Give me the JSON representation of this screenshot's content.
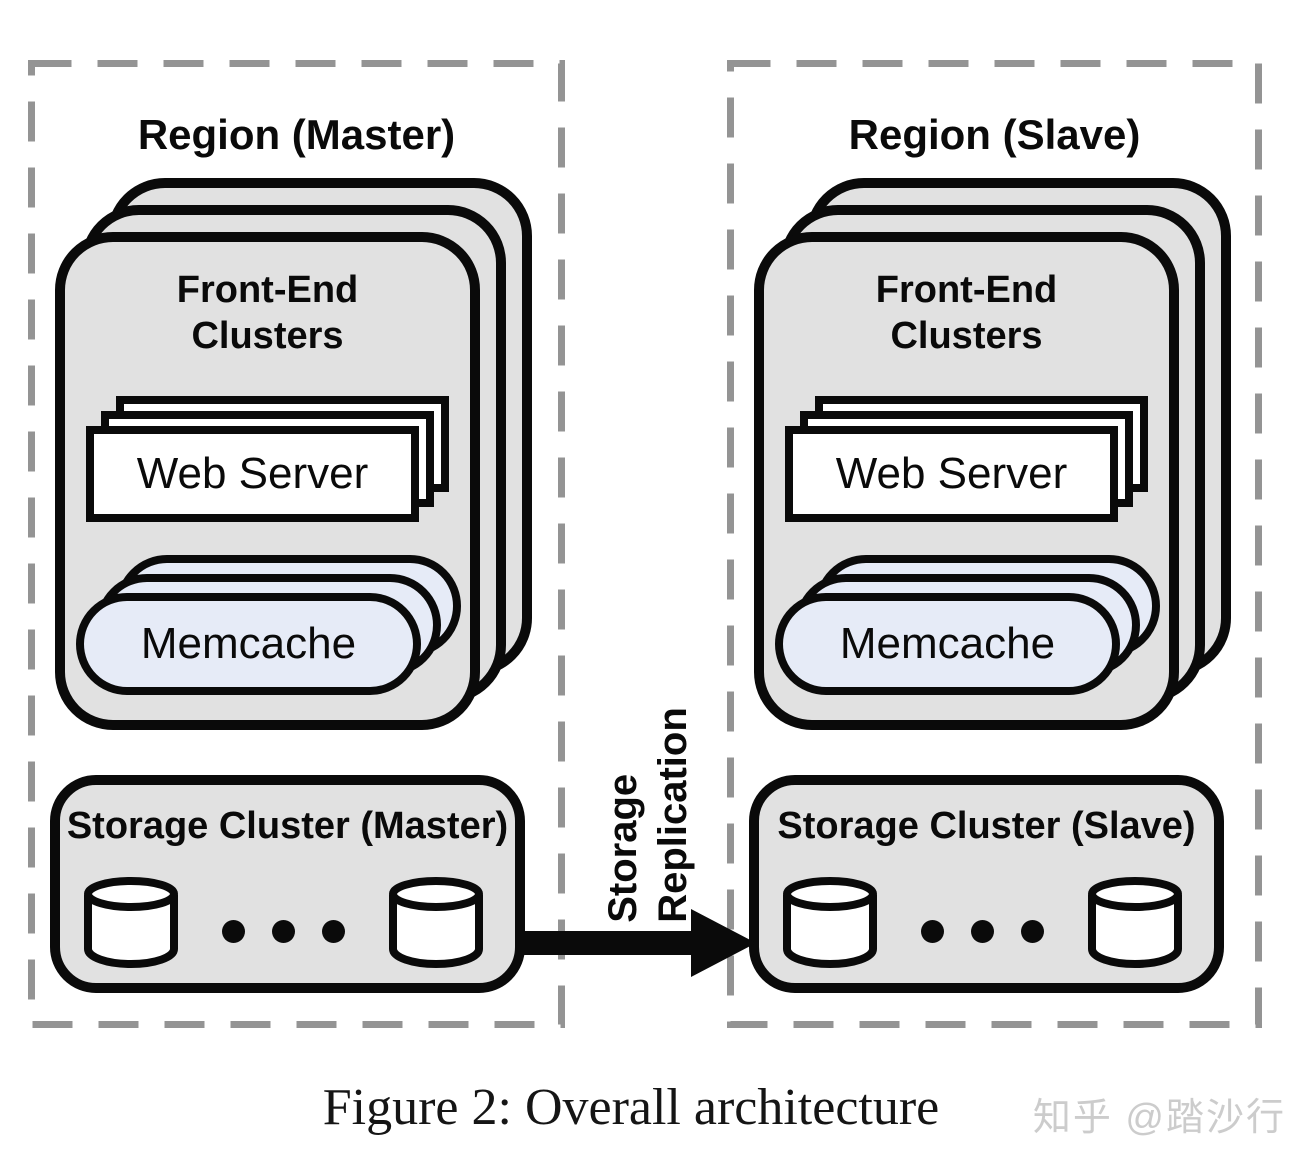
{
  "figure": {
    "caption": "Figure 2: Overall architecture",
    "watermark": "知乎 @踏沙行"
  },
  "replication_arrow": {
    "label_line1": "Storage",
    "label_line2": "Replication"
  },
  "regions": [
    {
      "title": "Region (Master)",
      "front_end": {
        "title_line1": "Front-End",
        "title_line2": "Clusters",
        "web_server_label": "Web Server",
        "memcache_label": "Memcache"
      },
      "storage": {
        "title": "Storage Cluster (Master)"
      }
    },
    {
      "title": "Region (Slave)",
      "front_end": {
        "title_line1": "Front-End",
        "title_line2": "Clusters",
        "web_server_label": "Web Server",
        "memcache_label": "Memcache"
      },
      "storage": {
        "title": "Storage Cluster (Slave)"
      }
    }
  ],
  "icons": {
    "storage_node": "database-cylinder",
    "ellipsis": "three-dots"
  },
  "colors": {
    "cluster_fill": "#e1e1e1",
    "memcache_fill": "#e6ebf7",
    "ink": "#0a0a0a",
    "dashed_border": "#949494",
    "watermark": "#cccccc"
  }
}
